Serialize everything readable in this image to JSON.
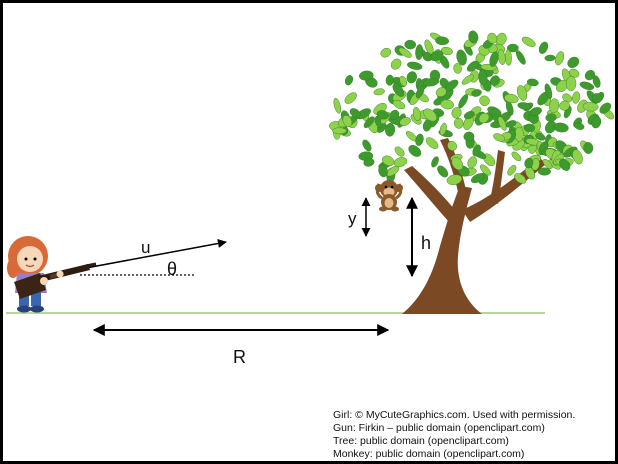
{
  "labels": {
    "velocity": "u",
    "angle": "θ",
    "fall_distance": "y",
    "height": "h",
    "range": "R"
  },
  "credits": [
    "Girl: © MyCuteGraphics.com.  Used with permission.",
    "Gun: Firkin – public domain (openclipart.com)",
    "Tree: public domain (openclipart.com)",
    "Monkey: public domain (openclipart.com)"
  ],
  "colors": {
    "ground": "#9ccc7a",
    "leaf_dark": "#3f9a2e",
    "leaf_light": "#8ed14a",
    "trunk": "#7b4a24",
    "girl_hair": "#d86a3a",
    "girl_shirt": "#9b7fc2",
    "gun": "#2d1c12",
    "monkey": "#8a5a2b"
  },
  "icons": [
    "girl-figure",
    "rifle",
    "tree",
    "monkey"
  ]
}
